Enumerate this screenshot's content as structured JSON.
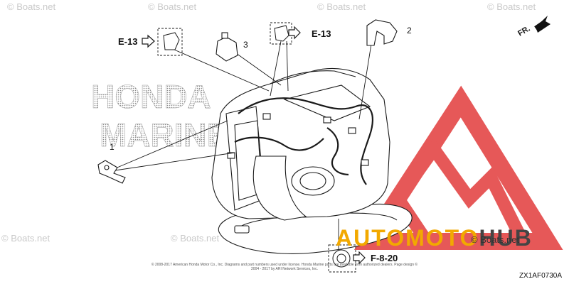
{
  "watermark": {
    "text": "© Boats.net",
    "color": "#c9c9c9"
  },
  "logo": {
    "brand_text": "AUTOMOTOHUB",
    "brand_part1": "AUTOMOTO",
    "brand_part2": "HUB",
    "color_accent": "#f2a900",
    "color_red": "#e23b3b"
  },
  "background_brand": {
    "line1": "HONDA",
    "line2": "MARINE"
  },
  "callouts": [
    {
      "id": "callout-1",
      "label": "1"
    },
    {
      "id": "callout-2",
      "label": "2"
    },
    {
      "id": "callout-3",
      "label": "3"
    }
  ],
  "references": {
    "e13_left": "E-13",
    "e13_right": "E-13",
    "f820": "F-8-20"
  },
  "direction_label": "FR.",
  "copyright_text": "© 2008-2017 American Honda Motor Co., Inc. Diagrams and part numbers used under license. Honda Marine parts are available from authorized dealers. Page design © 2004 - 2017 by ARI Network Services, Inc.",
  "diagram_code": "ZX1AF0730A",
  "colors": {
    "line": "#1a1a1a",
    "engine_fill": "#ffffff"
  }
}
